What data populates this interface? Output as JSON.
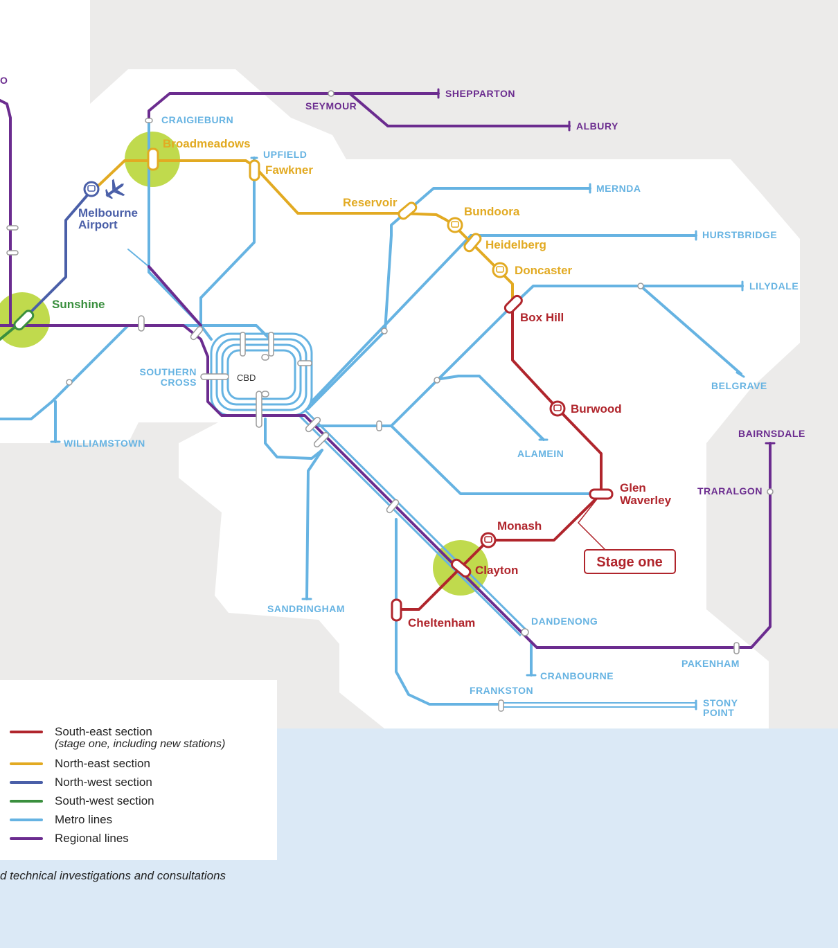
{
  "colors": {
    "south_east": "#b0252c",
    "north_east": "#e2aa22",
    "north_west": "#4a5fa8",
    "south_west": "#3a8f3e",
    "metro": "#66b3e2",
    "regional": "#6b2c8f",
    "land": "#ffffff",
    "outside": "#ecebea",
    "water": "#dbe9f6",
    "hub": "#b9d63a"
  },
  "labels": {
    "shepparton": "SHEPPARTON",
    "albury": "ALBURY",
    "seymour": "SEYMOUR",
    "craigieburn": "CRAIGIEBURN",
    "upfield": "UPFIELD",
    "mernda": "MERNDA",
    "hurstbridge": "HURSTBRIDGE",
    "lilydale": "LILYDALE",
    "belgrave": "BELGRAVE",
    "alamein": "ALAMEIN",
    "southern_cross_1": "SOUTHERN",
    "southern_cross_2": "CROSS",
    "cbd": "CBD",
    "williamstown": "WILLIAMSTOWN",
    "sandringham": "SANDRINGHAM",
    "dandenong": "DANDENONG",
    "cranbourne": "CRANBOURNE",
    "frankston": "FRANKSTON",
    "stony_point_1": "STONY",
    "stony_point_2": "POINT",
    "pakenham": "PAKENHAM",
    "traralgon": "TRARALGON",
    "bairnsdale": "BAIRNSDALE",
    "broadmeadows": "Broadmeadows",
    "fawkner": "Fawkner",
    "reservoir": "Reservoir",
    "bundoora": "Bundoora",
    "heidelberg": "Heidelberg",
    "doncaster": "Doncaster",
    "box_hill": "Box Hill",
    "burwood": "Burwood",
    "glen_waverley_1": "Glen",
    "glen_waverley_2": "Waverley",
    "monash": "Monash",
    "clayton": "Clayton",
    "cheltenham": "Cheltenham",
    "melbourne_airport_1": "Melbourne",
    "melbourne_airport_2": "Airport",
    "sunshine": "Sunshine",
    "stage_one": "Stage one",
    "edge_partial": "O"
  },
  "legend": {
    "south_east": "South-east section",
    "south_east_note": "(stage one, including new stations)",
    "north_east": "North-east section",
    "north_west": "North-west section",
    "south_west": "South-west section",
    "metro": "Metro lines",
    "regional": "Regional lines"
  },
  "footnote": "d technical investigations and consultations"
}
